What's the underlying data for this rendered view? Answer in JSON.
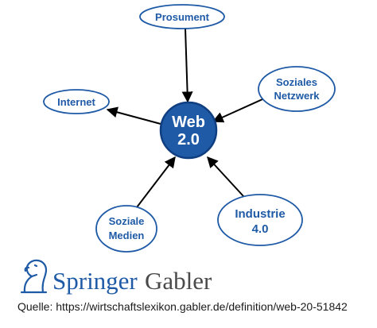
{
  "diagram": {
    "hub": {
      "line1": "Web",
      "line2": "2.0"
    },
    "nodes": {
      "prosument": {
        "line1": "Prosument"
      },
      "soziales_netzwerk": {
        "line1": "Soziales",
        "line2": "Netzwerk"
      },
      "internet": {
        "line1": "Internet"
      },
      "soziale_medien": {
        "line1": "Soziale",
        "line2": "Medien"
      },
      "industrie": {
        "line1": "Industrie",
        "line2": "4.0"
      }
    },
    "edges": [
      {
        "from": "prosument",
        "to": "hub"
      },
      {
        "from": "soziales_netzwerk",
        "to": "hub"
      },
      {
        "from": "hub",
        "to": "internet"
      },
      {
        "from": "soziale_medien",
        "to": "hub"
      },
      {
        "from": "industrie",
        "to": "hub"
      }
    ],
    "colors": {
      "hub_fill": "#1f5aa6",
      "node_border": "#1f5aa6",
      "text": "#1f5aa6",
      "arrow": "#000000"
    }
  },
  "logo": {
    "springer": "Springer",
    "gabler": "Gabler"
  },
  "source": "Quelle: https://wirtschaftslexikon.gabler.de/definition/web-20-51842"
}
